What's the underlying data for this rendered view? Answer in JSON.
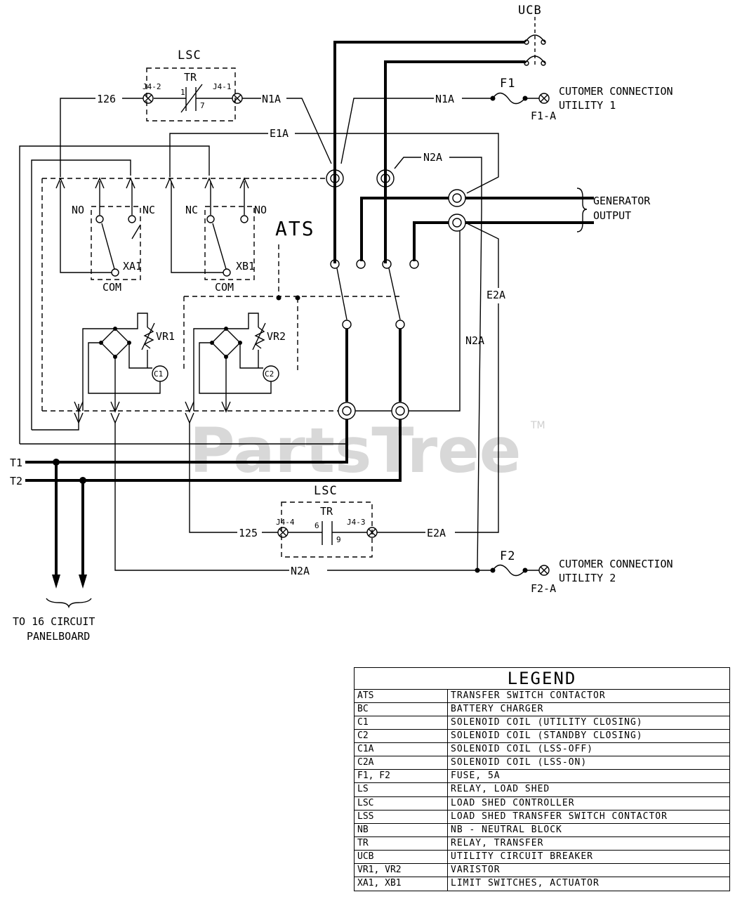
{
  "labels": {
    "ucb": "UCB",
    "lsc_top": "LSC",
    "lsc_bottom": "LSC",
    "tr_top": "TR",
    "tr_bottom": "TR",
    "j4_2": "J4-2",
    "j4_1": "J4-1",
    "j4_4": "J4-4",
    "j4_3": "J4-3",
    "tr_pin1": "1",
    "tr_pin7": "7",
    "tr_pin6": "6",
    "tr_pin9": "9",
    "wire_126": "126",
    "wire_125": "125",
    "n1a_left": "N1A",
    "n1a_right": "N1A",
    "e1a": "E1A",
    "n2a_top": "N2A",
    "n2a_mid": "N2A",
    "n2a_bottom": "N2A",
    "e2a_right": "E2A",
    "e2a_bottom": "E2A",
    "f1": "F1",
    "f1a": "F1-A",
    "f2": "F2",
    "f2a": "F2-A",
    "cust1_line1": "CUTOMER CONNECTION",
    "cust1_line2": "UTILITY 1",
    "cust2_line1": "CUTOMER CONNECTION",
    "cust2_line2": "UTILITY 2",
    "gen_line1": "GENERATOR",
    "gen_line2": "OUTPUT",
    "ats": "ATS",
    "no_left": "NO",
    "nc_left": "NC",
    "nc_right": "NC",
    "no_right": "NO",
    "xa1": "XA1",
    "xb1": "XB1",
    "com_left": "COM",
    "com_right": "COM",
    "vr1": "VR1",
    "vr2": "VR2",
    "c1": "C1",
    "c2": "C2",
    "t1": "T1",
    "t2": "T2",
    "panel_line1": "TO 16 CIRCUIT",
    "panel_line2": "PANELBOARD",
    "watermark": "PartsTree",
    "trademark": "TM"
  },
  "legend": {
    "title": "LEGEND",
    "rows": [
      {
        "code": "ATS",
        "desc": "TRANSFER SWITCH CONTACTOR"
      },
      {
        "code": "BC",
        "desc": "BATTERY CHARGER"
      },
      {
        "code": "C1",
        "desc": "SOLENOID COIL (UTILITY CLOSING)"
      },
      {
        "code": "C2",
        "desc": "SOLENOID COIL (STANDBY CLOSING)"
      },
      {
        "code": "C1A",
        "desc": "SOLENOID COIL (LSS-OFF)"
      },
      {
        "code": "C2A",
        "desc": "SOLENOID COIL (LSS-ON)"
      },
      {
        "code": "F1, F2",
        "desc": "FUSE, 5A"
      },
      {
        "code": "LS",
        "desc": "RELAY, LOAD SHED"
      },
      {
        "code": "LSC",
        "desc": "LOAD SHED CONTROLLER"
      },
      {
        "code": "LSS",
        "desc": "LOAD SHED TRANSFER SWITCH CONTACTOR"
      },
      {
        "code": "NB",
        "desc": "NB - NEUTRAL BLOCK"
      },
      {
        "code": "TR",
        "desc": "RELAY, TRANSFER"
      },
      {
        "code": "UCB",
        "desc": "UTILITY CIRCUIT BREAKER"
      },
      {
        "code": "VR1, VR2",
        "desc": "VARISTOR"
      },
      {
        "code": "XA1, XB1",
        "desc": "LIMIT SWITCHES, ACTUATOR"
      }
    ]
  }
}
